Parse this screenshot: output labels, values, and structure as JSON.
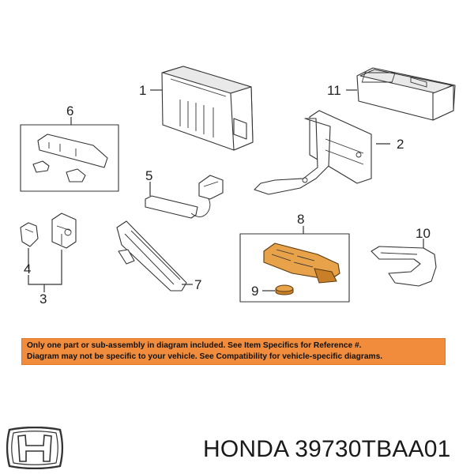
{
  "callouts": {
    "c1": "1",
    "c2": "2",
    "c3": "3",
    "c4": "4",
    "c5": "5",
    "c6": "6",
    "c7": "7",
    "c8": "8",
    "c9": "9",
    "c10": "10",
    "c11": "11"
  },
  "notice": {
    "line1": "Only one part or sub-assembly in diagram included. See Item Specifics for Reference #.",
    "line2": "Diagram may not be specific to your vehicle. See Compatibility for vehicle-specific diagrams."
  },
  "brand": {
    "part_label": "HONDA 39730TBAA01"
  },
  "colors": {
    "highlight_part": "#e8a24a",
    "notice_background": "#f08c3c"
  },
  "icons": {
    "logo": "honda-h-logo-icon"
  }
}
